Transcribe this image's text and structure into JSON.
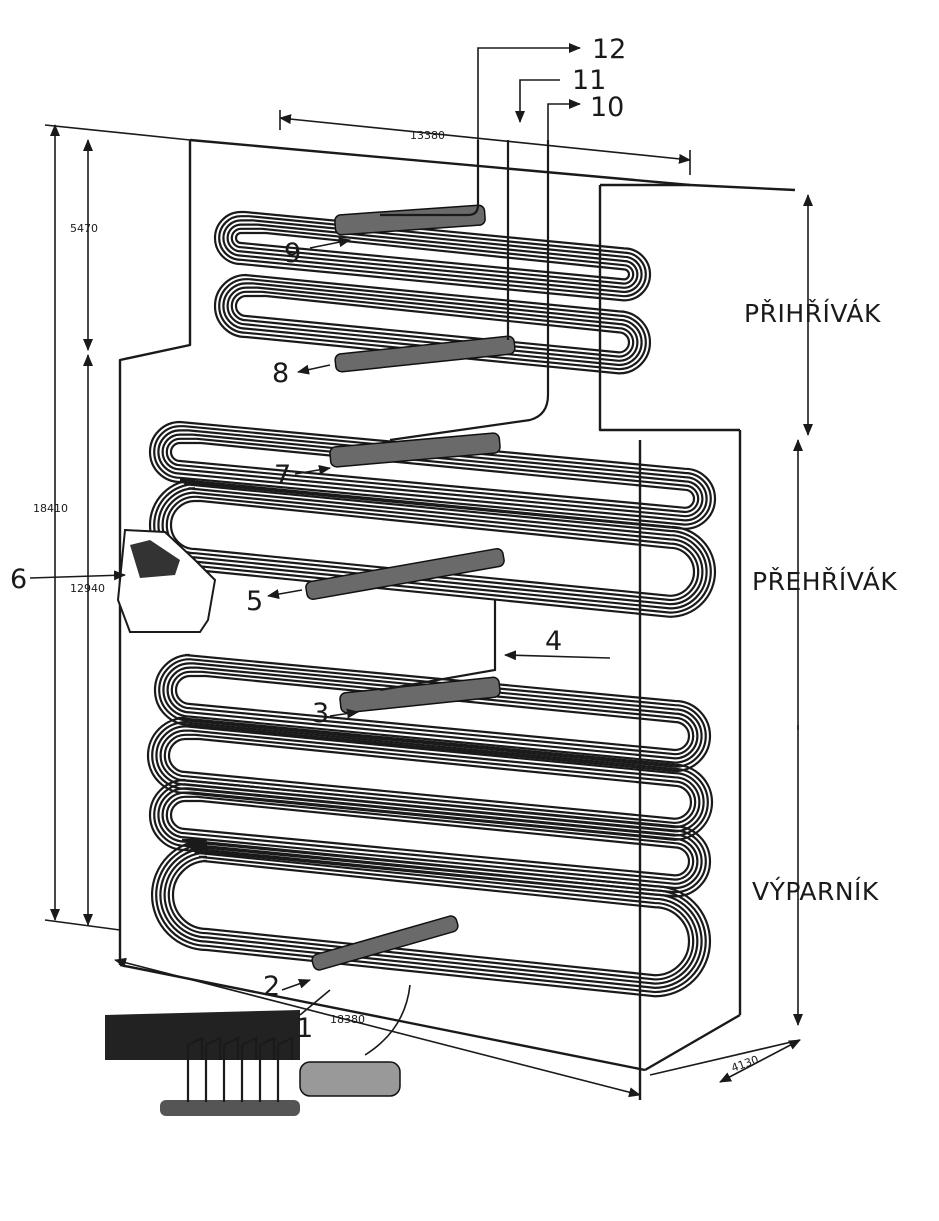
{
  "sections": {
    "reheater": "PŘIHŘÍVÁK",
    "superheater": "PŘEHŘÍVÁK",
    "evaporator": "VÝPARNÍK"
  },
  "dimensions": {
    "width_top": "13380",
    "depth": "4130",
    "width_bottom": "18380",
    "height_top": "5470",
    "height_total": "18410",
    "height_lower": "12940"
  },
  "labels": [
    "1",
    "2",
    "3",
    "4",
    "5",
    "6",
    "7",
    "8",
    "9",
    "10",
    "11",
    "12"
  ]
}
